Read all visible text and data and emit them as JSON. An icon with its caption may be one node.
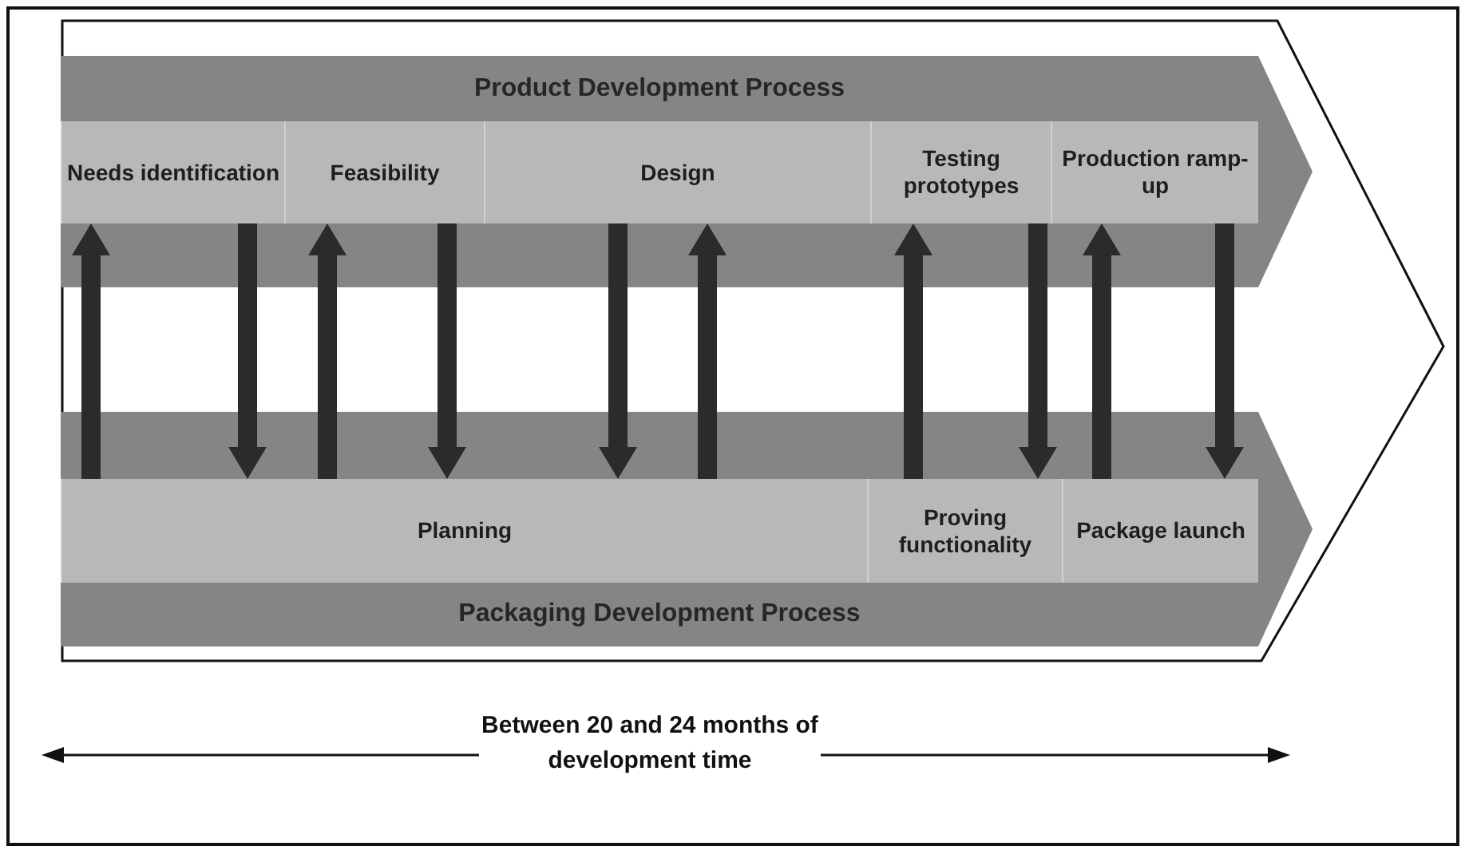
{
  "diagram": {
    "nodes": [
      {
        "text": [],
        "shape": "chevron"
      },
      {
        "text": [
          "Product Development Process"
        ],
        "in": 0
      },
      {
        "text": [
          "Needs identification"
        ],
        "in": 1
      },
      {
        "text": [
          "Feasibility"
        ],
        "in": 1
      },
      {
        "text": [
          "Design"
        ],
        "in": 1
      },
      {
        "text": [
          "Testing prototypes"
        ],
        "in": 1
      },
      {
        "text": [
          "Production ramp-up"
        ],
        "in": 1
      },
      {
        "text": [
          "Packaging Development Process"
        ],
        "in": 0
      },
      {
        "text": [
          "Planning"
        ],
        "in": 7
      },
      {
        "text": [
          "Proving functionality"
        ],
        "in": 7
      },
      {
        "text": [
          "Package launch"
        ],
        "in": 7
      }
    ],
    "edges": [
      {
        "from": 8,
        "to": 2,
        "arrow": "to"
      },
      {
        "from": 2,
        "to": 8,
        "arrow": "to"
      },
      {
        "from": 8,
        "to": 3,
        "arrow": "to"
      },
      {
        "from": 3,
        "to": 8,
        "arrow": "to"
      },
      {
        "from": 4,
        "to": 8,
        "arrow": "to"
      },
      {
        "from": 8,
        "to": 4,
        "arrow": "to"
      },
      {
        "from": 9,
        "to": 5,
        "arrow": "to"
      },
      {
        "from": 5,
        "to": 9,
        "arrow": "to"
      },
      {
        "from": 10,
        "to": 6,
        "arrow": "to"
      },
      {
        "from": 6,
        "to": 10,
        "arrow": "to"
      }
    ],
    "labels": [
      "Between 20 and 24 months of development time"
    ]
  }
}
